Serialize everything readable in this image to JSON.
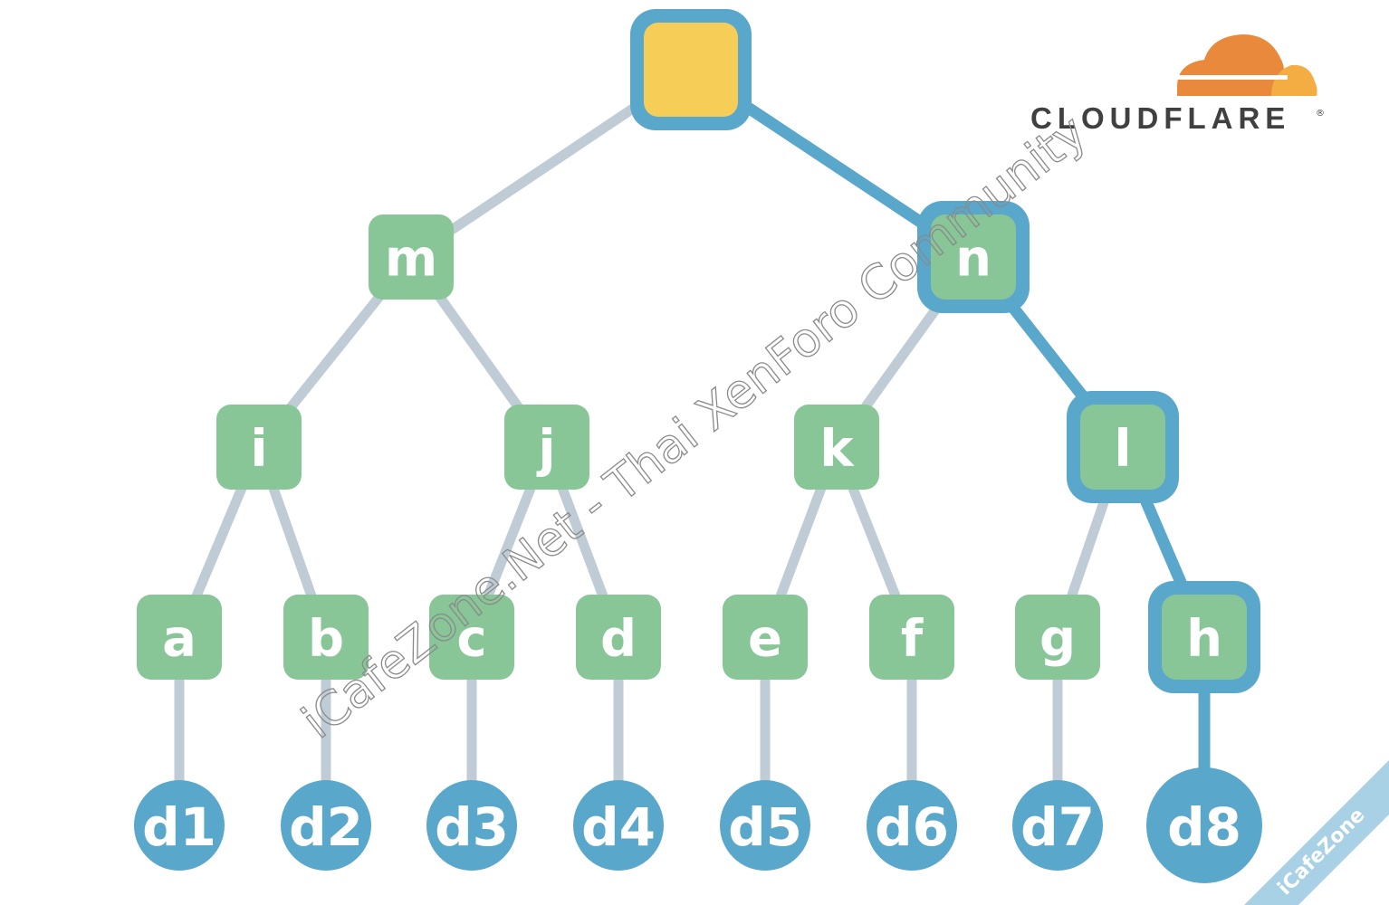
{
  "diagram": {
    "title": "",
    "nodes": [
      {
        "id": "root",
        "label": "",
        "kind": "root",
        "highlight": true
      },
      {
        "id": "m",
        "label": "m",
        "kind": "hash",
        "highlight": false
      },
      {
        "id": "n",
        "label": "n",
        "kind": "hash",
        "highlight": true
      },
      {
        "id": "i",
        "label": "i",
        "kind": "hash",
        "highlight": false
      },
      {
        "id": "j",
        "label": "j",
        "kind": "hash",
        "highlight": false
      },
      {
        "id": "k",
        "label": "k",
        "kind": "hash",
        "highlight": false
      },
      {
        "id": "l",
        "label": "l",
        "kind": "hash",
        "highlight": true
      },
      {
        "id": "a",
        "label": "a",
        "kind": "hash",
        "highlight": false
      },
      {
        "id": "b",
        "label": "b",
        "kind": "hash",
        "highlight": false
      },
      {
        "id": "c",
        "label": "c",
        "kind": "hash",
        "highlight": false
      },
      {
        "id": "d",
        "label": "d",
        "kind": "hash",
        "highlight": false
      },
      {
        "id": "e",
        "label": "e",
        "kind": "hash",
        "highlight": false
      },
      {
        "id": "f",
        "label": "f",
        "kind": "hash",
        "highlight": false
      },
      {
        "id": "g",
        "label": "g",
        "kind": "hash",
        "highlight": false
      },
      {
        "id": "h",
        "label": "h",
        "kind": "hash",
        "highlight": true
      },
      {
        "id": "d1",
        "label": "d1",
        "kind": "data",
        "highlight": false
      },
      {
        "id": "d2",
        "label": "d2",
        "kind": "data",
        "highlight": false
      },
      {
        "id": "d3",
        "label": "d3",
        "kind": "data",
        "highlight": false
      },
      {
        "id": "d4",
        "label": "d4",
        "kind": "data",
        "highlight": false
      },
      {
        "id": "d5",
        "label": "d5",
        "kind": "data",
        "highlight": false
      },
      {
        "id": "d6",
        "label": "d6",
        "kind": "data",
        "highlight": false
      },
      {
        "id": "d7",
        "label": "d7",
        "kind": "data",
        "highlight": false
      },
      {
        "id": "d8",
        "label": "d8",
        "kind": "data",
        "highlight": true
      }
    ],
    "edges": [
      {
        "from": "root",
        "to": "m",
        "highlight": false
      },
      {
        "from": "root",
        "to": "n",
        "highlight": true
      },
      {
        "from": "m",
        "to": "i",
        "highlight": false
      },
      {
        "from": "m",
        "to": "j",
        "highlight": false
      },
      {
        "from": "n",
        "to": "k",
        "highlight": false
      },
      {
        "from": "n",
        "to": "l",
        "highlight": true
      },
      {
        "from": "i",
        "to": "a",
        "highlight": false
      },
      {
        "from": "i",
        "to": "b",
        "highlight": false
      },
      {
        "from": "j",
        "to": "c",
        "highlight": false
      },
      {
        "from": "j",
        "to": "d",
        "highlight": false
      },
      {
        "from": "k",
        "to": "e",
        "highlight": false
      },
      {
        "from": "k",
        "to": "f",
        "highlight": false
      },
      {
        "from": "l",
        "to": "g",
        "highlight": false
      },
      {
        "from": "l",
        "to": "h",
        "highlight": true
      },
      {
        "from": "a",
        "to": "d1",
        "highlight": false
      },
      {
        "from": "b",
        "to": "d2",
        "highlight": false
      },
      {
        "from": "c",
        "to": "d3",
        "highlight": false
      },
      {
        "from": "d",
        "to": "d4",
        "highlight": false
      },
      {
        "from": "e",
        "to": "d5",
        "highlight": false
      },
      {
        "from": "f",
        "to": "d6",
        "highlight": false
      },
      {
        "from": "g",
        "to": "d7",
        "highlight": false
      },
      {
        "from": "h",
        "to": "d8",
        "highlight": true
      }
    ]
  },
  "logo": {
    "text": "CLOUDFLARE",
    "icon": "cloud-icon"
  },
  "watermark": {
    "text": "iCafeZone.Net - Thai XenForo Community"
  },
  "corner_ribbon": {
    "text": "iCafeZone"
  },
  "colors": {
    "hash_fill": "#88c597",
    "root_fill": "#f6ce57",
    "data_fill": "#5aa7cc",
    "path_blue": "#5aa7cc",
    "edge_gray": "#bfccd6",
    "logo_orange": "#e9893b",
    "logo_light_orange": "#f4ad43",
    "logo_text": "#404041",
    "ribbon": "#a8d1e5"
  }
}
